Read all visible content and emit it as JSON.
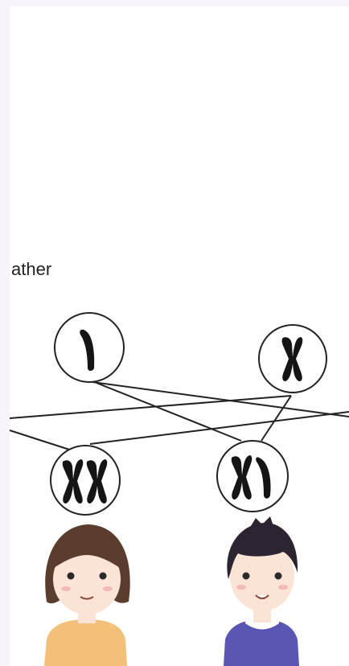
{
  "labels": {
    "father_partial": "ather"
  },
  "chromosome_circles": {
    "father_y": "Y",
    "father_x": "X",
    "daughter": "XX",
    "son": "XY"
  },
  "icons": [
    "y-chromosome-icon",
    "x-chromosome-icon",
    "girl-avatar",
    "boy-avatar"
  ],
  "colors": {
    "background": "#f7f4fc",
    "line": "#222222",
    "chromosome": "#151515",
    "girl_hair": "#5a3d2c",
    "girl_shirt": "#f2c079",
    "boy_hair": "#2c2430",
    "boy_shirt": "#5a56b3",
    "skin": "#fbe3d6"
  }
}
